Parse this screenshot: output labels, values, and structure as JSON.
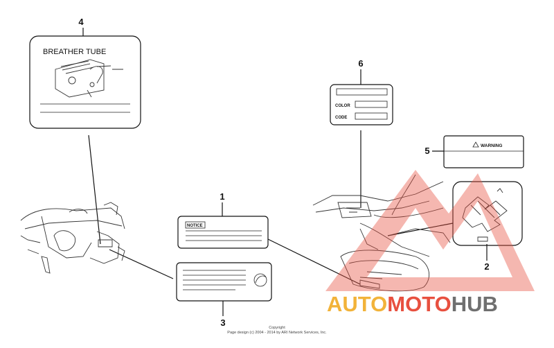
{
  "callouts": {
    "c1": "1",
    "c2": "2",
    "c3": "3",
    "c4": "4",
    "c5": "5",
    "c6": "6"
  },
  "labels": {
    "breather_tube": "BREATHER TUBE",
    "notice": "NOTICE",
    "warning": "WARNING",
    "color": "COLOR",
    "code": "CODE"
  },
  "copyright": {
    "line1": "Copyright",
    "line2": "Page design (c) 2004 - 2014 by ARI Network Services, Inc."
  },
  "watermark": {
    "part1": "AUTO",
    "part2": "MOTO",
    "part3": "HUB",
    "colors": {
      "auto": "#f2b33a",
      "moto": "#e8503f",
      "hub": "#6f6f6f",
      "triangle": "#e8503f"
    }
  }
}
